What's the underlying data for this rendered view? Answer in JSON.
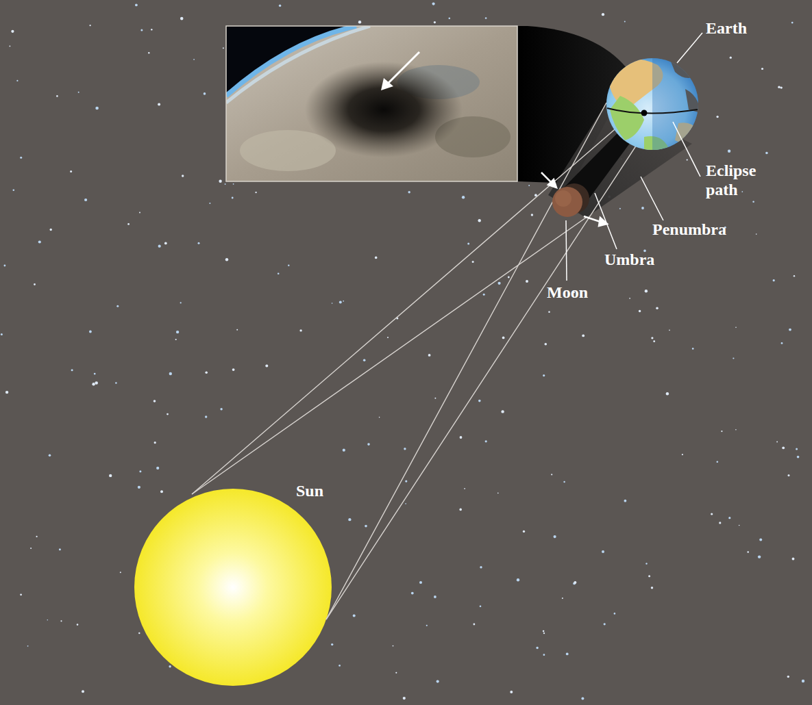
{
  "diagram": {
    "labels": [
      "Earth",
      "Eclipse path",
      "Penumbra",
      "Umbra",
      "Moon",
      "Sun"
    ]
  }
}
